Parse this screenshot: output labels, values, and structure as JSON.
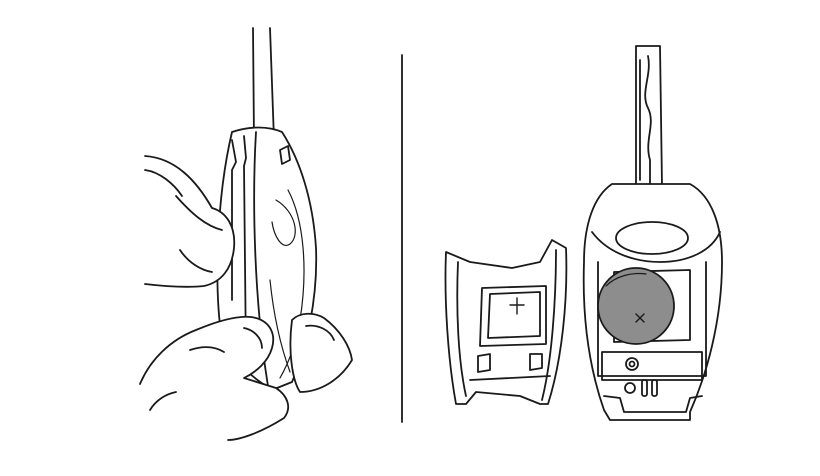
{
  "figure": {
    "panels": [
      {
        "id": "left",
        "content": "hands-prying-key-fob"
      },
      {
        "id": "right",
        "content": "opened-key-fob-battery"
      }
    ],
    "symbols": {
      "plus": "+",
      "minus": "×"
    },
    "colors": {
      "line": "#1a1a1a",
      "background": "#ffffff",
      "battery": "#8d8d8d"
    },
    "icons": [
      "screwdriver-icon",
      "hand-icon",
      "key-fob-icon",
      "coin-battery-icon"
    ]
  }
}
